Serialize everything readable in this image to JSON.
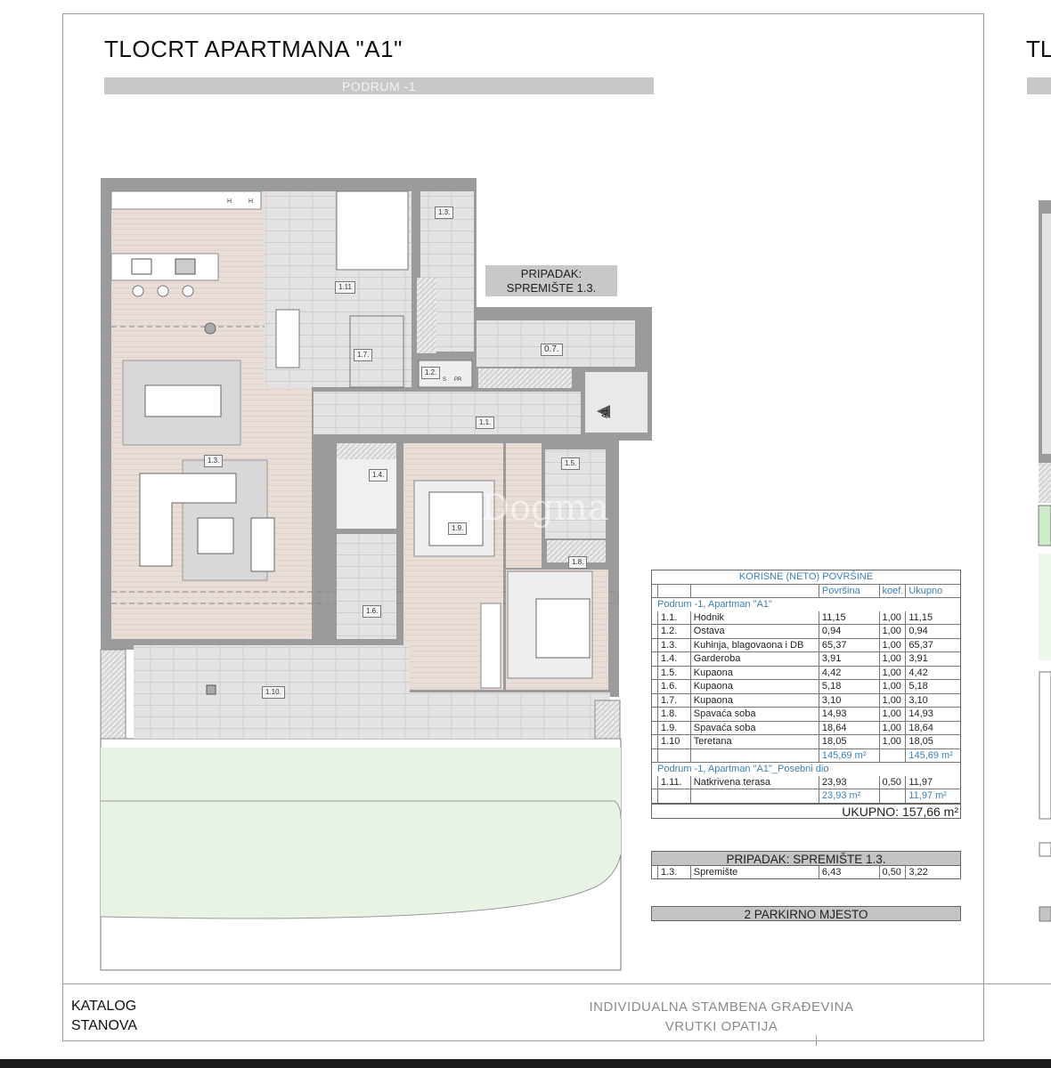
{
  "page": {
    "title": "TLOCRT APARTMANA \"A1\"",
    "title_next_cut": "TL",
    "level_band": "PODRUM -1",
    "watermark": "Dogma"
  },
  "plan": {
    "storage_tag": [
      "PRIPADAK:",
      "SPREMIŠTE 1.3."
    ],
    "entrance_label": "A1",
    "rooms": [
      "1.1.",
      "1.2.",
      "1.3.",
      "1.3.",
      "1.4.",
      "1.5.",
      "1.6.",
      "1.7.",
      "1.8.",
      "1.9.",
      "1.10.",
      "1.11",
      "0.7."
    ],
    "fixtures": {
      "heater1": "H",
      "heater2": "H",
      "s": "S",
      "pr": "PR"
    },
    "colors": {
      "living": "#e8ddd7",
      "tile": "#e2e2e2",
      "wall": "#9b9b9b",
      "garden": "#e6f2e4"
    }
  },
  "table": {
    "title": "KORISNE (NETO) POVRŠINE",
    "headers": [
      "",
      "",
      "Površina",
      "koef.",
      "Ukupno"
    ],
    "section1": "Podrum -1,   Apartman \"A1\"",
    "rows": [
      [
        "1.1.",
        "Hodnik",
        "11,15",
        "1,00",
        "11,15"
      ],
      [
        "1.2.",
        "Ostava",
        "0,94",
        "1,00",
        "0,94"
      ],
      [
        "1.3.",
        "Kuhinja, blagovaona i DB",
        "65,37",
        "1,00",
        "65,37"
      ],
      [
        "1.4.",
        "Garderoba",
        "3,91",
        "1,00",
        "3,91"
      ],
      [
        "1.5.",
        "Kupaona",
        "4,42",
        "1,00",
        "4,42"
      ],
      [
        "1.6.",
        "Kupaona",
        "5,18",
        "1,00",
        "5,18"
      ],
      [
        "1.7.",
        "Kupaona",
        "3,10",
        "1,00",
        "3,10"
      ],
      [
        "1.8.",
        "Spavaća soba",
        "14,93",
        "1,00",
        "14,93"
      ],
      [
        "1.9.",
        "Spavaća soba",
        "18,64",
        "1,00",
        "18,64"
      ],
      [
        "1.10",
        "Teretana",
        "18,05",
        "1,00",
        "18,05"
      ]
    ],
    "subtotal1": {
      "area": "145,69 m²",
      "total": "145,69 m²"
    },
    "section2": "Podrum -1,   Apartman \"A1\"_Posebni dio",
    "rows2": [
      [
        "1.11.",
        "Natkrivena terasa",
        "23,93",
        "0,50",
        "11,97"
      ]
    ],
    "subtotal2": {
      "area": "23,93 m²",
      "total": "11,97 m²"
    },
    "grand_total": "UKUPNO:  157,66 m²"
  },
  "appurtenance": {
    "title": "PRIPADAK: SPREMIŠTE 1.3.",
    "row": [
      "1.3.",
      "Spremište",
      "6,43",
      "0,50",
      "3,22"
    ]
  },
  "parking": "2 PARKIRNO MJESTO",
  "footer": {
    "left_line1": "KATALOG",
    "left_line2": "STANOVA",
    "center_line1": "INDIVIDUALNA STAMBENA GRAĐEVINA",
    "center_line2": "VRUTKI OPATIJA"
  }
}
